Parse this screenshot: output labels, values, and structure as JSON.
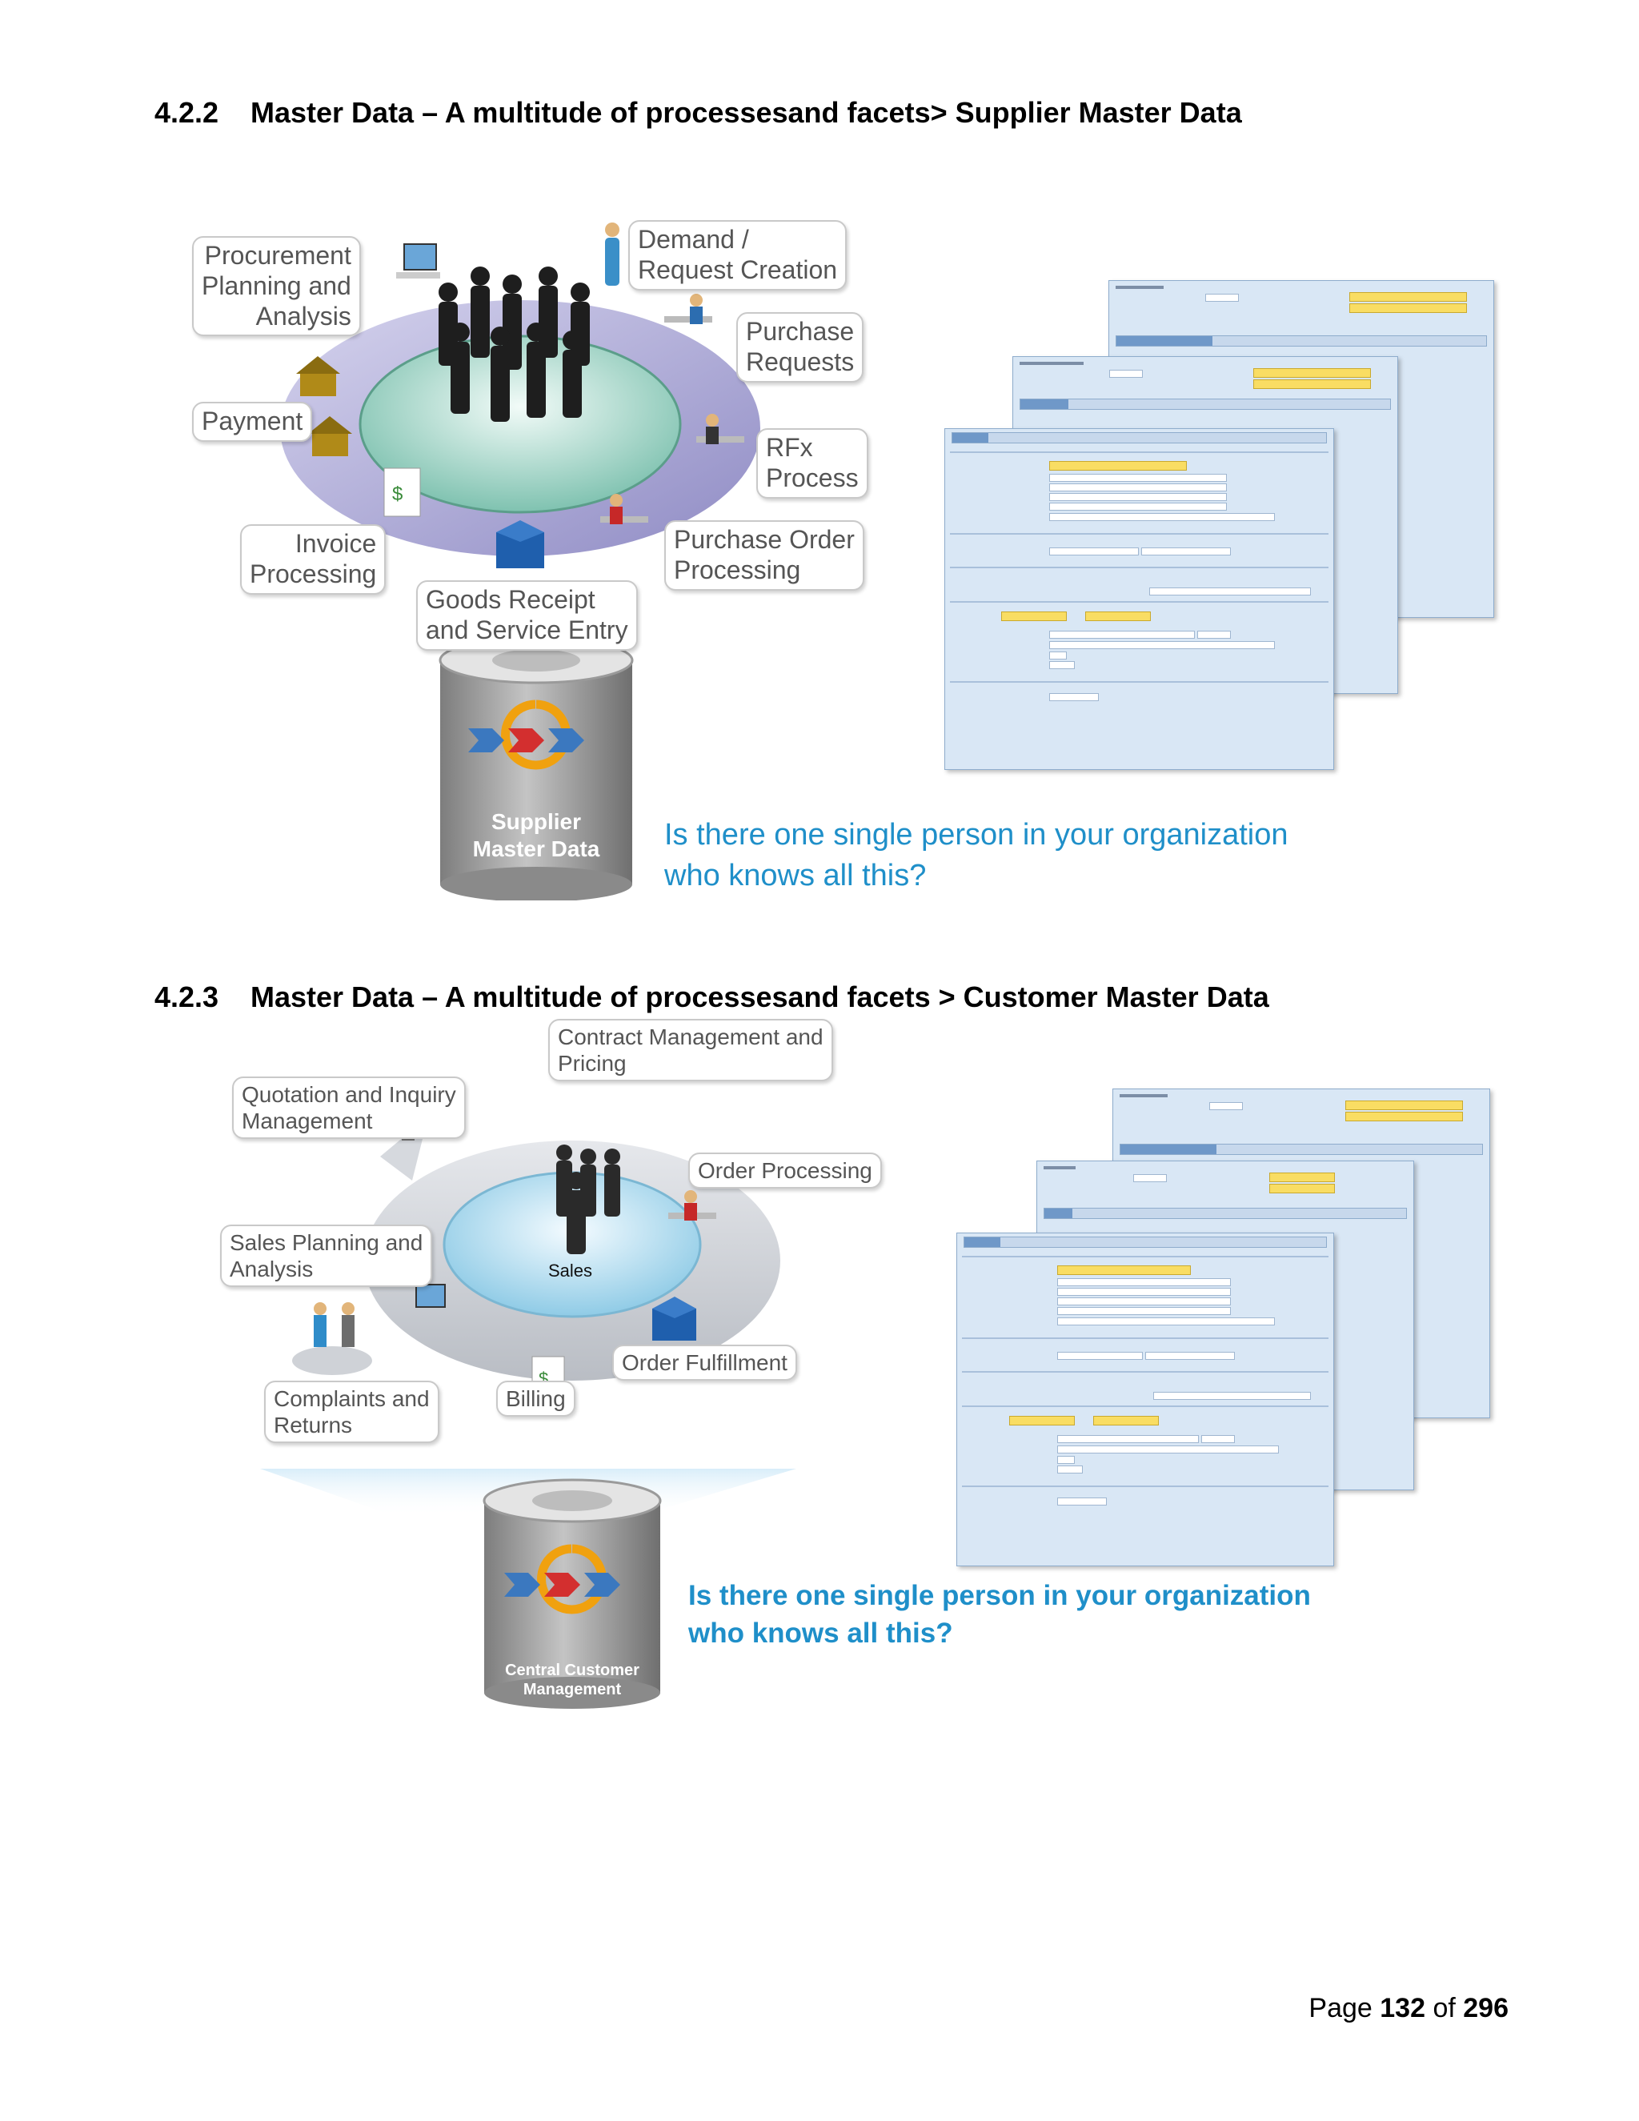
{
  "section1": {
    "number": "4.2.2",
    "title": "Master Data – A multitude of processesand facets> Supplier Master Data",
    "labels": {
      "procurement": [
        "Procurement",
        "Planning and",
        "Analysis"
      ],
      "demand": [
        "Demand /",
        "Request Creation"
      ],
      "purchase_requests": [
        "Purchase",
        "Requests"
      ],
      "payment": "Payment",
      "rfx": [
        "RFx",
        "Process"
      ],
      "invoice": [
        "Invoice",
        "Processing"
      ],
      "purchase_order": [
        "Purchase Order",
        "Processing"
      ],
      "goods_receipt": [
        "Goods Receipt",
        "and Service Entry"
      ]
    },
    "cylinder_label": [
      "Supplier",
      "Master Data"
    ],
    "question": [
      "Is there one single person in your organization",
      "who knows all this?"
    ]
  },
  "section2": {
    "number": "4.2.3",
    "title": "Master Data – A multitude of processesand facets  > Customer Master Data",
    "labels": {
      "contract": [
        "Contract Management and",
        "Pricing"
      ],
      "quotation": [
        "Quotation and Inquiry",
        "Management"
      ],
      "order_processing": "Order Processing",
      "sales_planning": [
        "Sales Planning and",
        "Analysis"
      ],
      "sales": "Sales",
      "order_fulfillment": "Order Fulfillment",
      "billing": "Billing",
      "complaints": [
        "Complaints and",
        "Returns"
      ]
    },
    "cylinder_label": [
      "Central Customer",
      "Management"
    ],
    "question": [
      "Is there one single person in your organization",
      "who knows all this?"
    ]
  },
  "footer": {
    "page_word": "Page",
    "page": "132",
    "of_word": "of",
    "total": "296"
  },
  "colors": {
    "question_blue": "#1f8fc9",
    "sap_panel": "#d9e7f5",
    "ring_purple": "#b3b0d8",
    "ring_grey": "#d4d7dc",
    "cylinder_grey": "#9a9a9a"
  }
}
